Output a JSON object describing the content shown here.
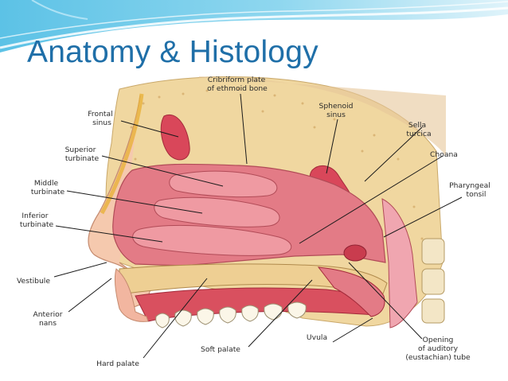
{
  "slide": {
    "title": "Anatomy & Histology",
    "colors": {
      "title": "#1f6fa8",
      "header_wave": "#5fc3e6",
      "mucosa": "#e37b86",
      "bone": "#f0d7a0"
    }
  },
  "figure": {
    "labels": {
      "cribriform_1": "Cribriform plate",
      "cribriform_2": "of ethmoid bone",
      "frontal_1": "Frontal",
      "frontal_2": "sinus",
      "sphenoid_1": "Sphenoid",
      "sphenoid_2": "sinus",
      "sella_1": "Sella",
      "sella_2": "turcica",
      "choana": "Choana",
      "superior_1": "Superior",
      "superior_2": "turbinate",
      "pharyngeal_1": "Pharyngeal",
      "pharyngeal_2": "tonsil",
      "middle_1": "Middle",
      "middle_2": "turbinate",
      "inferior_1": "Inferior",
      "inferior_2": "turbinate",
      "vestibule": "Vestibule",
      "anterior_1": "Anterior",
      "anterior_2": "nans",
      "uvula": "Uvula",
      "opening_1": "Opening",
      "opening_2": "of auditory",
      "opening_3": "(eustachian) tube",
      "soft_palate": "Soft palate",
      "hard_palate": "Hard palate"
    }
  }
}
